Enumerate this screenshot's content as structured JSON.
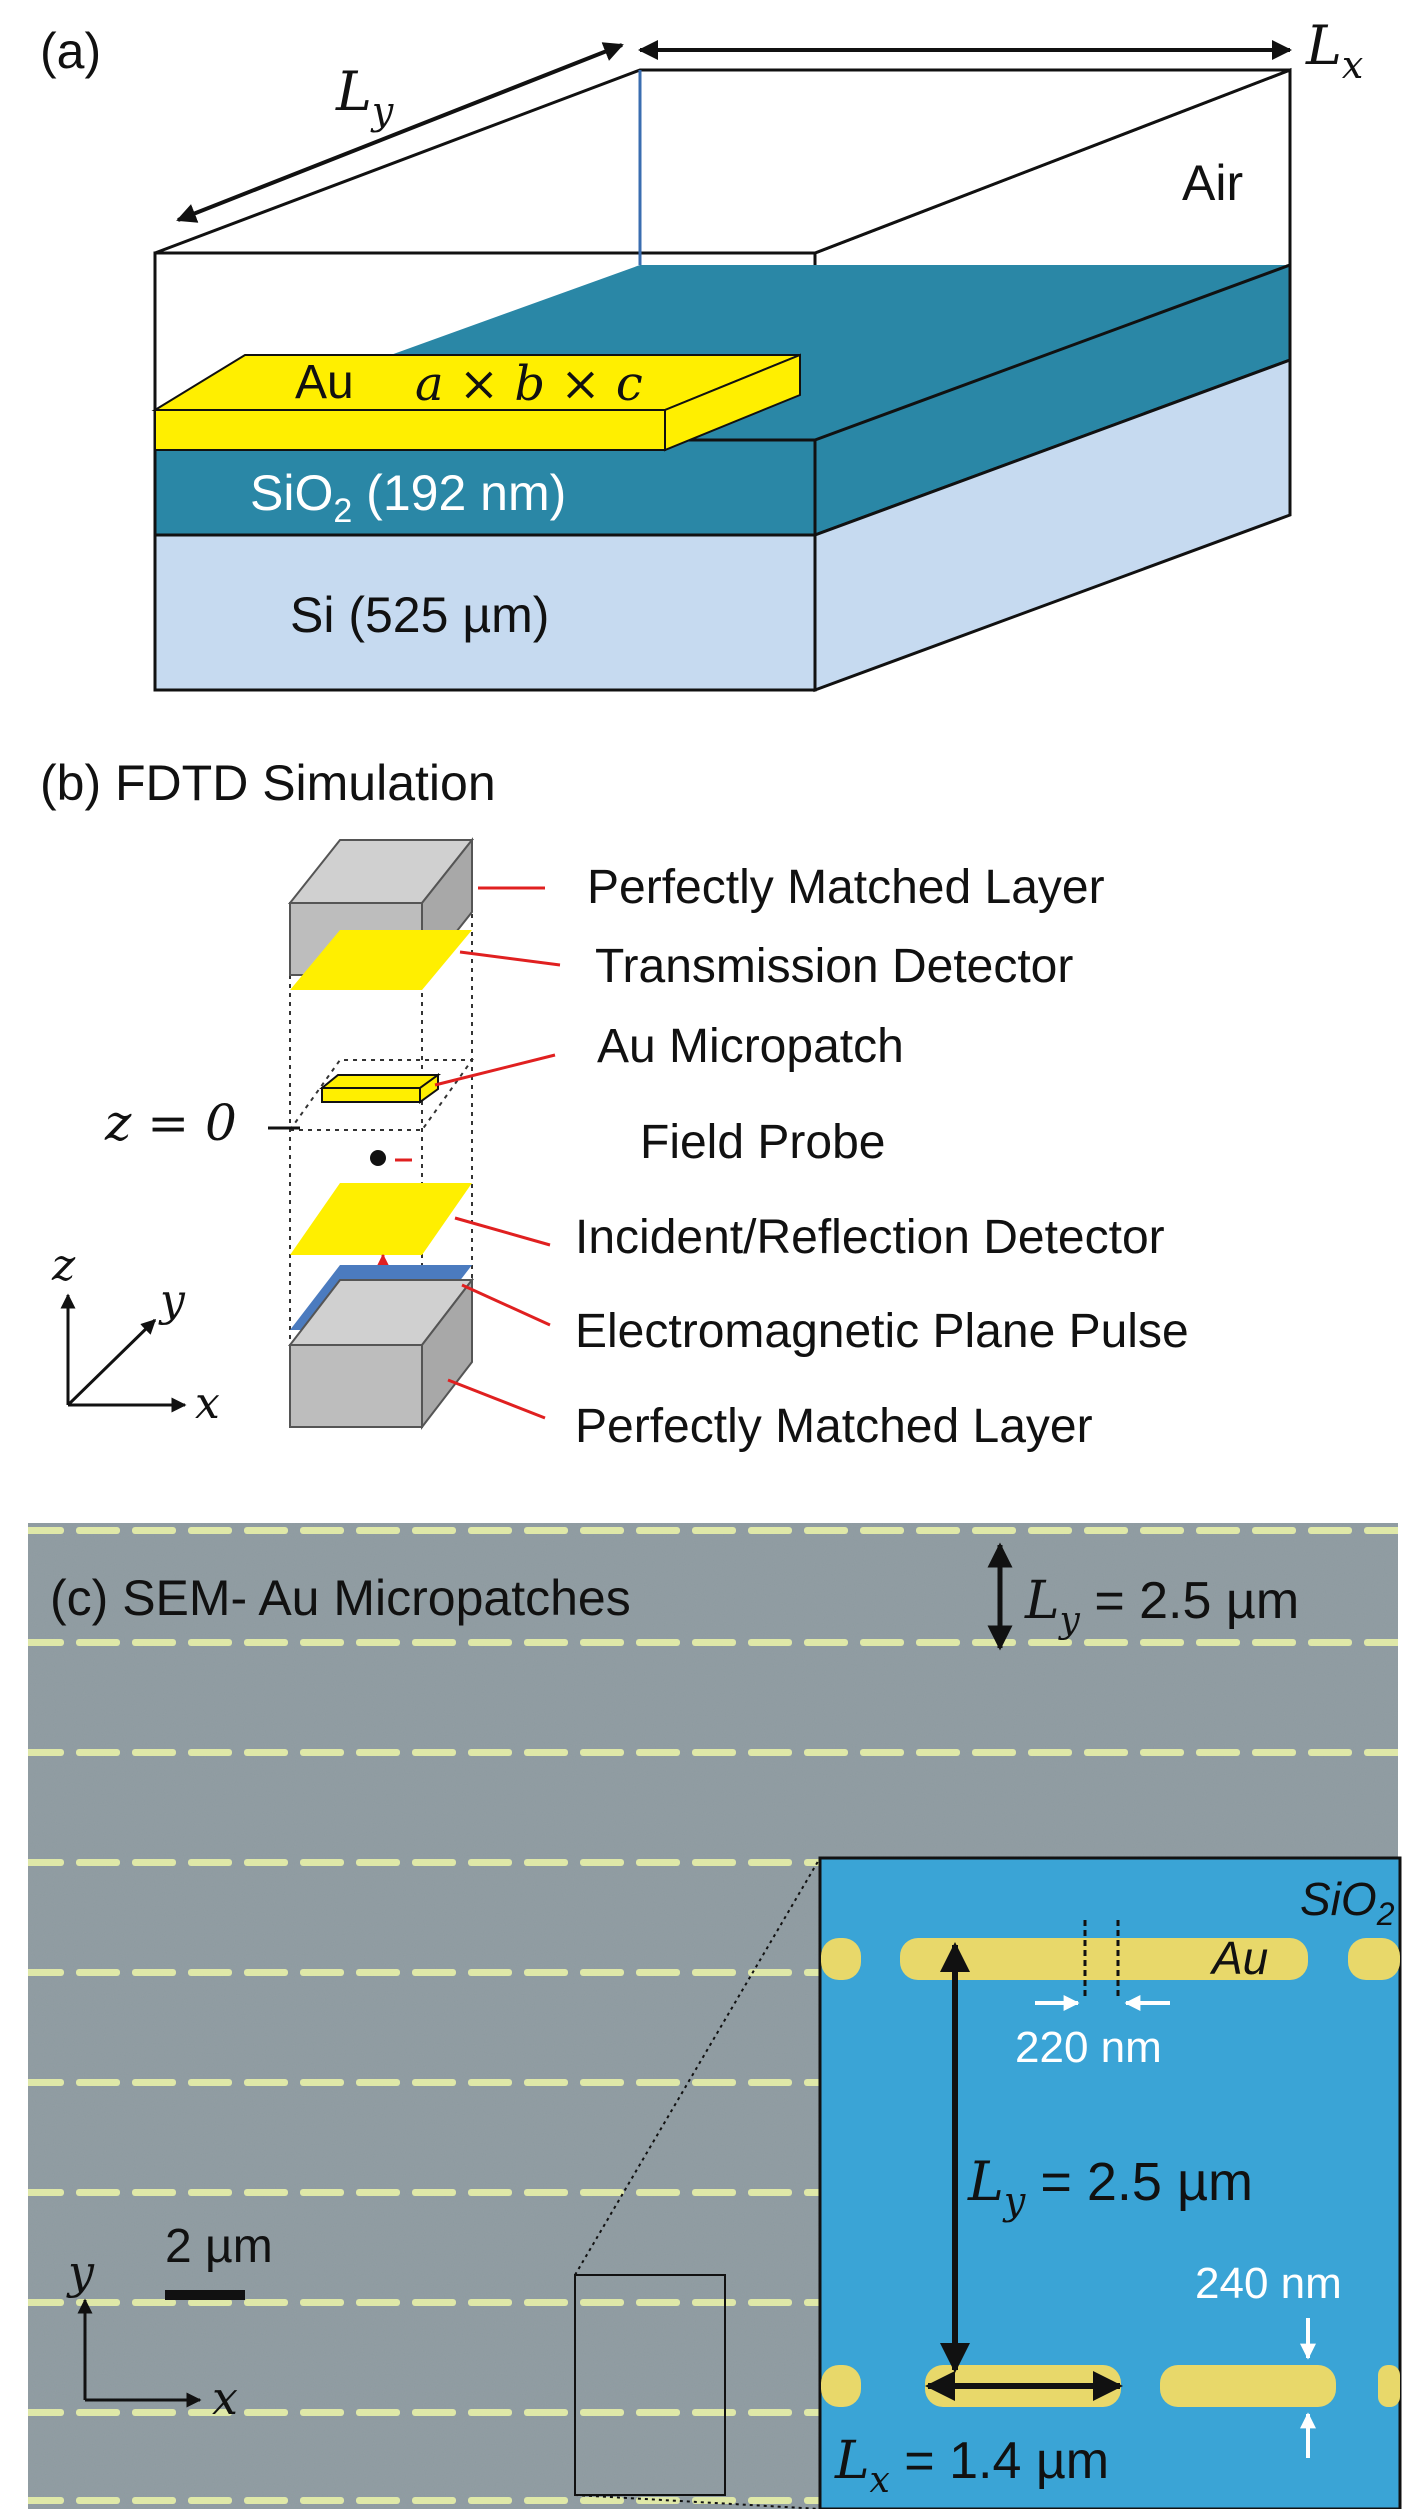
{
  "panel_a": {
    "label": "(a)",
    "ly": "L",
    "ly_sub": "y",
    "lx": "L",
    "lx_sub": "x",
    "air": "Air",
    "au": "Au",
    "au_dims": "a × b × c",
    "sio2_main": "SiO",
    "sio2_sub": "2",
    "sio2_thk": " (192 nm)",
    "si": "Si (525 µm)",
    "colors": {
      "au": "#ffef00",
      "sio2": "#2a87a6",
      "si": "#c6daf0",
      "air": "#ffffff"
    }
  },
  "panel_b": {
    "label": "(b) FDTD Simulation",
    "z_label": "z = 0",
    "axis_z": "z",
    "axis_y": "y",
    "axis_x": "x",
    "labels": [
      "Perfectly Matched Layer",
      "Transmission Detector",
      "Au Micropatch",
      "Field Probe",
      "Incident/Reflection Detector",
      "Electromagnetic Plane Pulse",
      "Perfectly Matched Layer"
    ]
  },
  "panel_c": {
    "label": "(c)  SEM- Au Micropatches",
    "ly_label": "L",
    "ly_sub": "y",
    "ly_value": " = 2.5 µm",
    "scale_bar": "2 µm",
    "axis_y": "y",
    "axis_x": "x",
    "inset": {
      "sio2": "SiO",
      "sio2_sub": "2",
      "au": "Au",
      "gap": "220 nm",
      "ly_label": "L",
      "ly_sub": "y",
      "ly_value": " = 2.5 µm",
      "width": "240 nm",
      "lx_label": "L",
      "lx_sub": "x",
      "lx_value": " = 1.4 µm"
    }
  }
}
